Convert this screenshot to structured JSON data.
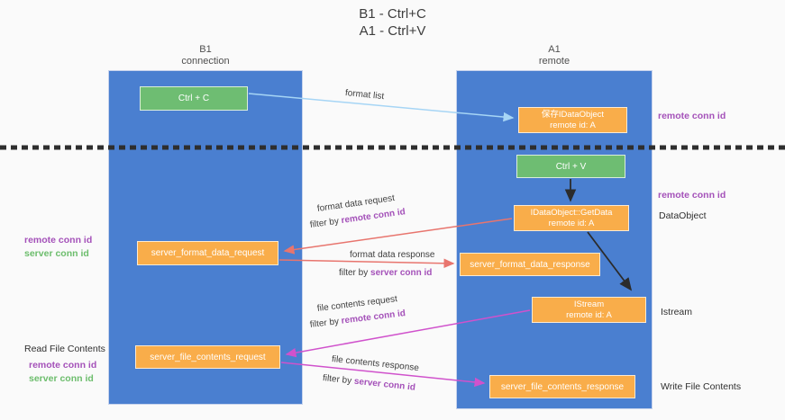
{
  "title": {
    "line1": "B1 - Ctrl+C",
    "line2": "A1 - Ctrl+V"
  },
  "columns": {
    "left": {
      "name": "B1",
      "role": "connection"
    },
    "right": {
      "name": "A1",
      "role": "remote"
    }
  },
  "nodes": {
    "ctrl_c": {
      "label": "Ctrl + C"
    },
    "ctrl_v": {
      "label": "Ctrl + V"
    },
    "save_dataobject": {
      "line1": "保存IDataObject",
      "line2": "remote id: A"
    },
    "getdata": {
      "line1": "IDataObject::GetData",
      "line2": "remote id: A"
    },
    "istream": {
      "line1": "IStream",
      "line2": "remote id: A"
    },
    "format_request": {
      "label": "server_format_data_request"
    },
    "format_response": {
      "label": "server_format_data_response"
    },
    "file_request": {
      "label": "server_file_contents_request"
    },
    "file_response": {
      "label": "server_file_contents_response"
    }
  },
  "annotations": {
    "remote_conn_id_top": "remote conn id",
    "remote_conn_id_mid": "remote conn id",
    "dataobject": "DataObject",
    "istream_side": "Istream",
    "write_file_contents": "Write File Contents",
    "read_file_contents": "Read File Contents",
    "left_pair1": {
      "remote": "remote conn id",
      "server": "server conn id"
    },
    "left_pair2": {
      "remote": "remote conn id",
      "server": "server conn id"
    }
  },
  "arrows": {
    "format_list": "format list",
    "format_data_request": {
      "line1": "format data request",
      "filter": "filter by ",
      "key": "remote conn id"
    },
    "format_data_response": {
      "line1": "format data response",
      "filter": "filter by ",
      "key": "server conn id"
    },
    "file_contents_request": {
      "line1": "file contents request",
      "filter": "filter by ",
      "key": "remote conn id"
    },
    "file_contents_response": {
      "line1": "file contents response",
      "filter": "filter by ",
      "key": "server conn id"
    }
  },
  "colors": {
    "column_blue": "#4a7fd0",
    "node_orange": "#f9ad4a",
    "key_green": "#6ebd72",
    "purple_label": "#a451b9",
    "green_label": "#6cbd6c",
    "request_red": "#e8756e",
    "response_magenta": "#d052cc",
    "format_list_blue": "#a6d5f5",
    "black_arrow": "#2b2b2b"
  }
}
